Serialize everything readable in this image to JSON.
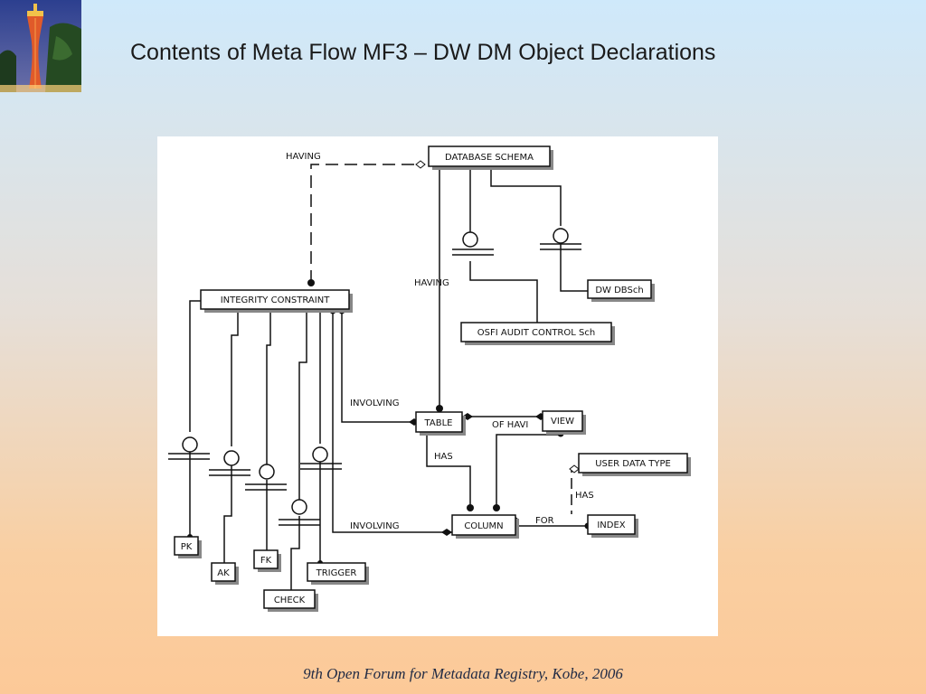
{
  "title": "Contents of Meta Flow MF3 – DW DM Object Declarations",
  "footer": "9th Open Forum for Metadata Registry, Kobe, 2006",
  "logo": {
    "icon": "kobe-port-tower-icon"
  },
  "diagram": {
    "entities": {
      "database_schema": "DATABASE SCHEMA",
      "integrity_constraint": "INTEGRITY CONSTRAINT",
      "dw_dbsch": "DW DBSch",
      "osfi_audit": "OSFI AUDIT CONTROL Sch",
      "table": "TABLE",
      "view": "VIEW",
      "user_data_type": "USER DATA TYPE",
      "column": "COLUMN",
      "index": "INDEX",
      "pk": "PK",
      "ak": "AK",
      "fk": "FK",
      "check": "CHECK",
      "trigger": "TRIGGER"
    },
    "labels": {
      "having_top": "HAVING",
      "having_mid": "HAVING",
      "involving_table": "INVOLVING",
      "of_having": "OF HAVI",
      "has_table": "HAS",
      "has_udt": "HAS",
      "involving_column": "INVOLVING",
      "for": "FOR"
    }
  }
}
